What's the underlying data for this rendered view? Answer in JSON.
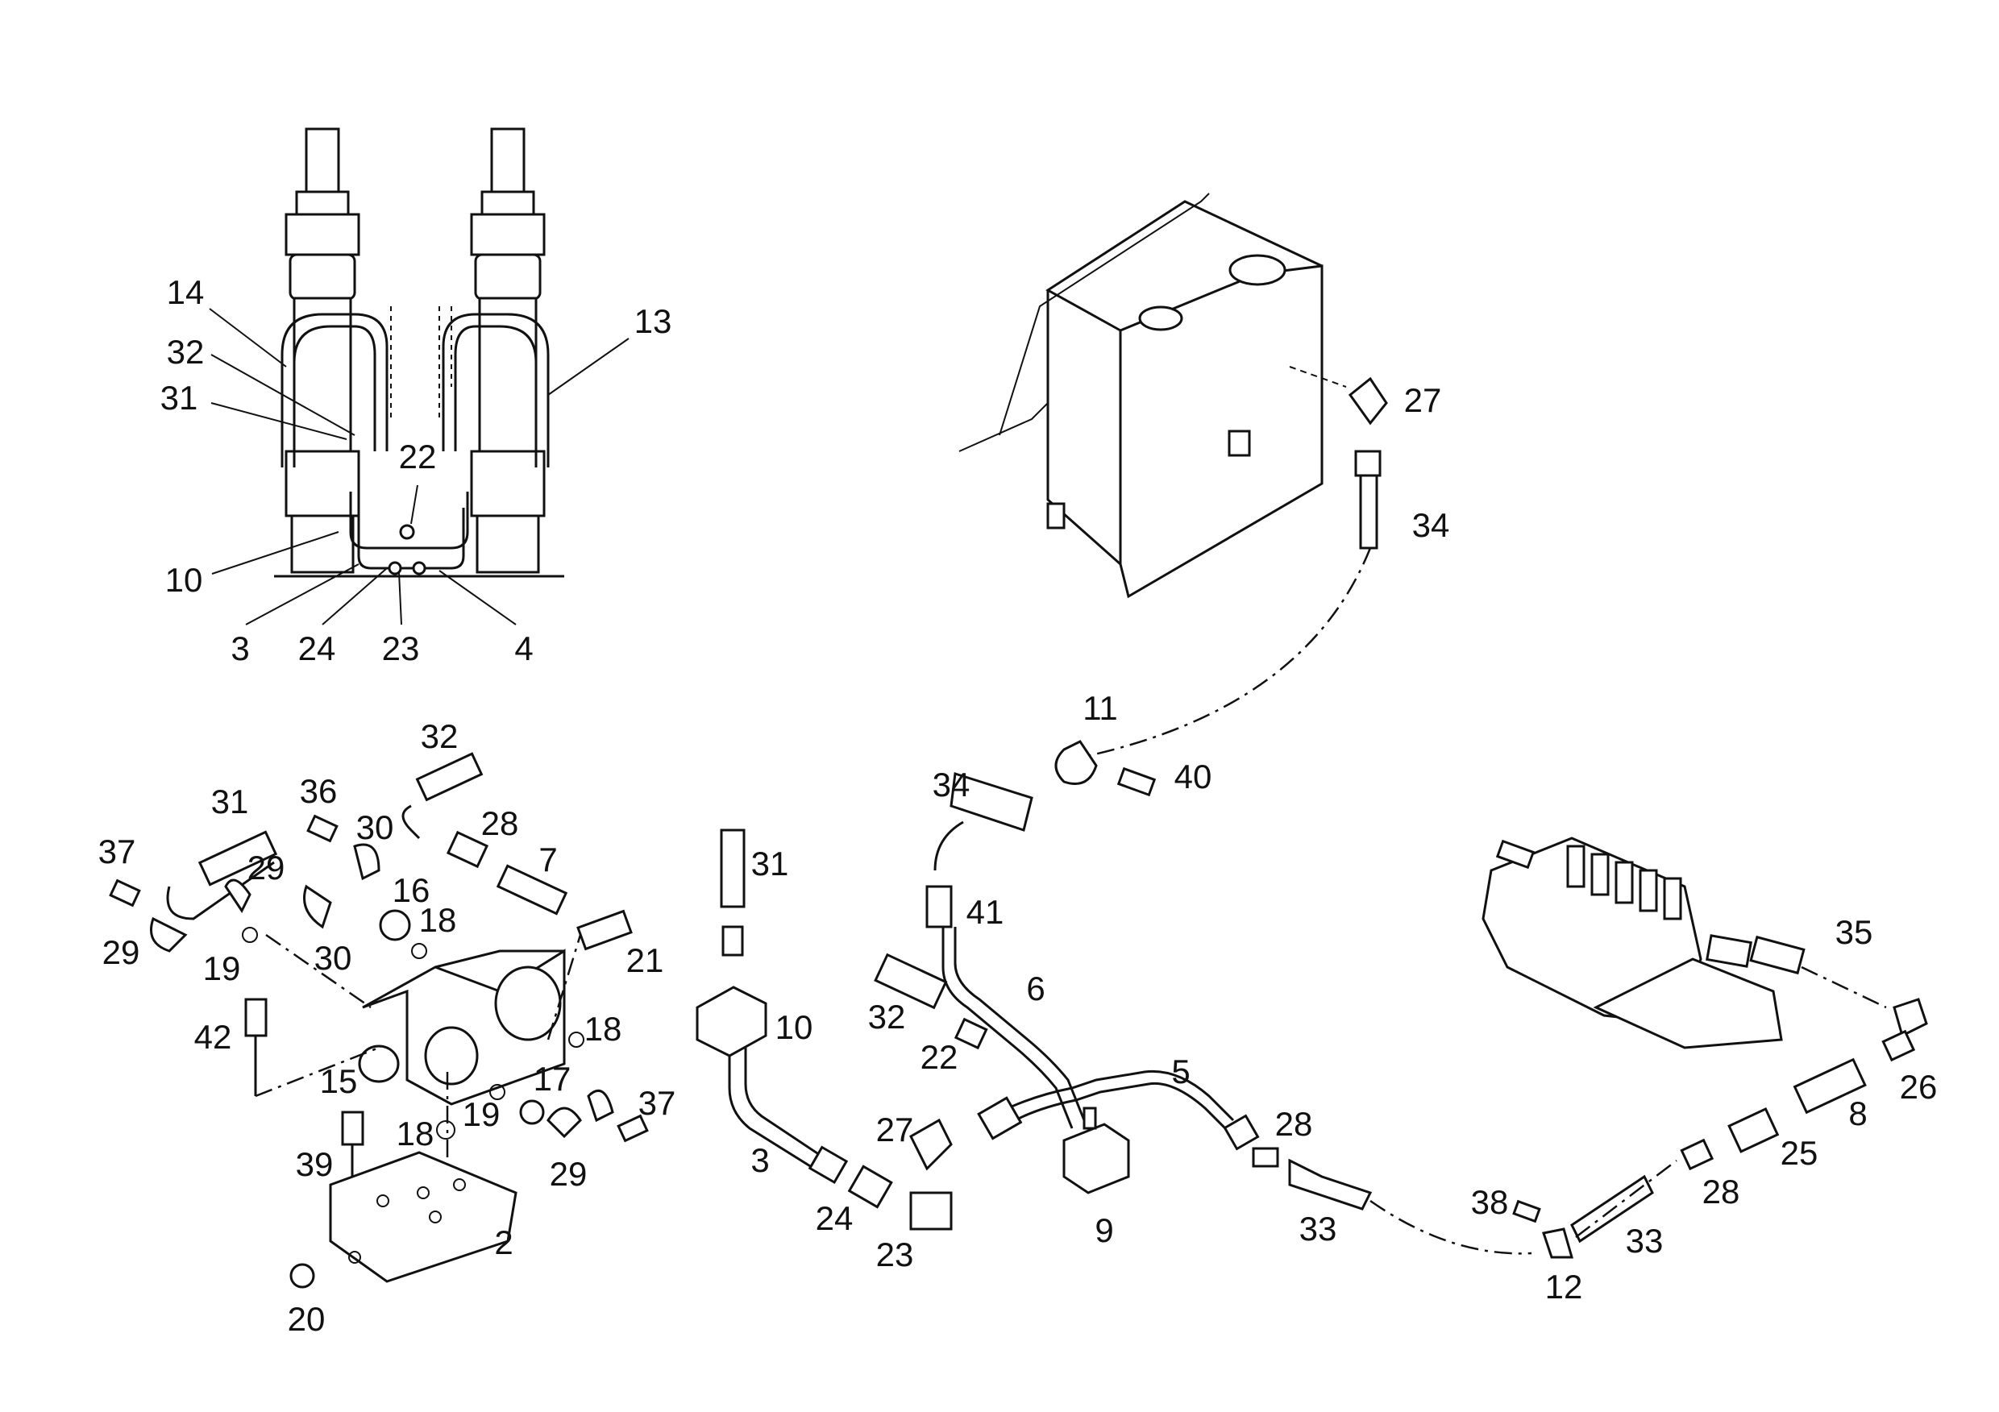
{
  "callouts": {
    "top_left": [
      "14",
      "13",
      "32",
      "31",
      "22",
      "10",
      "3",
      "24",
      "23",
      "4"
    ],
    "tank": [
      "27",
      "34"
    ],
    "valve_block": [
      "32",
      "31",
      "36",
      "30",
      "28",
      "7",
      "37",
      "29",
      "16",
      "18",
      "21",
      "29",
      "19",
      "30",
      "42",
      "15",
      "18",
      "17",
      "19",
      "37",
      "18",
      "39",
      "29",
      "2",
      "20"
    ],
    "center": [
      "31",
      "10",
      "3",
      "24",
      "23",
      "27",
      "32",
      "22",
      "6",
      "5",
      "9",
      "11",
      "40",
      "34",
      "41"
    ],
    "right": [
      "28",
      "33",
      "38",
      "12",
      "33",
      "28",
      "25",
      "8",
      "26",
      "35"
    ]
  }
}
